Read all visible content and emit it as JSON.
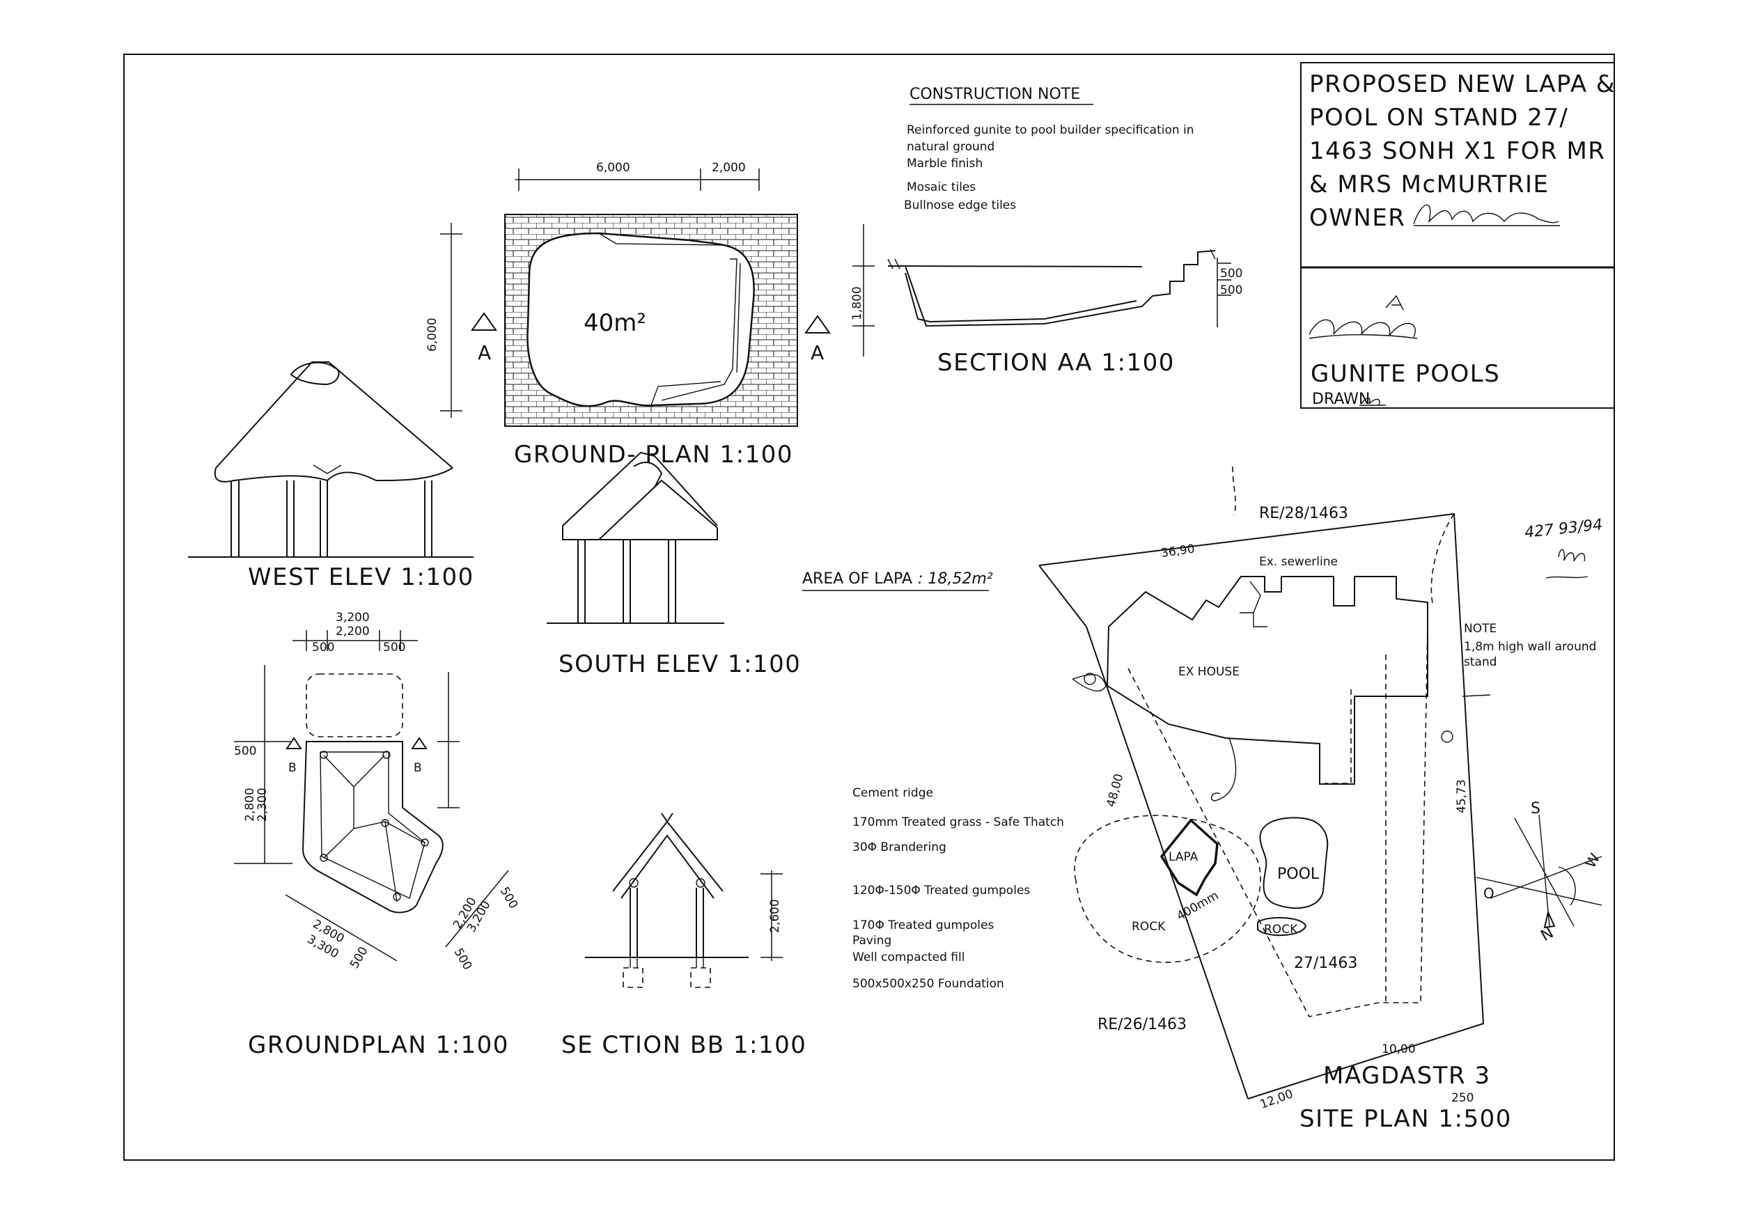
{
  "title_block": {
    "lines": [
      "PROPOSED NEW LAPA &",
      "POOL ON STAND 27/",
      "1463 SONH X1 FOR MR",
      "& MRS McMURTRIE"
    ],
    "owner_label": "OWNER",
    "company": "GUNITE POOLS",
    "drawn_label": "DRAWN"
  },
  "construction_note": {
    "heading": "CONSTRUCTION NOTE",
    "items": [
      "Reinforced gunite to pool builder specification in",
      "natural ground",
      "Marble finish",
      "Mosaic tiles",
      "Bullnose edge tiles"
    ]
  },
  "pool_plan": {
    "area_label": "40m²",
    "title": "GROUND-   PLAN 1:100",
    "dims": [
      "6,000",
      "2,000",
      "6,000"
    ],
    "section_marker": "A"
  },
  "section_aa": {
    "title": "SECTION AA 1:100",
    "dims": [
      "1,800",
      "500",
      "500"
    ]
  },
  "west_elev": {
    "title": "WEST ELEV 1:100"
  },
  "south_elev": {
    "title": "SOUTH ELEV 1:100"
  },
  "lapa_area": {
    "label": "AREA OF LAPA",
    "value": ": 18,52m²"
  },
  "lapa_groundplan": {
    "title": "GROUNDPLAN 1:100",
    "dims": [
      "3,200",
      "2,200",
      "500",
      "500",
      "500",
      "2,800",
      "2,300",
      "2,800",
      "3,300",
      "500",
      "2,200",
      "3,200",
      "500",
      "500"
    ],
    "section_marker": "B"
  },
  "section_bb": {
    "title": "SE CTION BB 1:100",
    "height_dim": "2,600"
  },
  "lapa_specs": [
    "Cement ridge",
    "170mm Treated grass - Safe Thatch",
    "30Φ Brandering",
    "120Φ-150Φ Treated gumpoles",
    "170Φ Treated gumpoles",
    "Paving",
    "Well compacted fill",
    "500x500x250 Foundation"
  ],
  "site_plan": {
    "title": "SITE PLAN 1:500",
    "overwritten_scale": "250",
    "street": "MAGDASTR 3",
    "neighbors": [
      "RE/28/1463",
      "RE/26/1463"
    ],
    "stand": "27/1463",
    "labels": [
      "EX HOUSE",
      "LAPA",
      "POOL",
      "ROCK",
      "ROCK",
      "Ex. sewerline",
      "400mm"
    ],
    "dims": [
      "36,90",
      "48,00",
      "45,73",
      "10,00",
      "12,00"
    ],
    "note_heading": "NOTE",
    "note_lines": [
      "1,8m high wall around",
      "stand"
    ],
    "compass": [
      "S",
      "W",
      "N",
      "O"
    ],
    "stamp": "427 93/94"
  }
}
